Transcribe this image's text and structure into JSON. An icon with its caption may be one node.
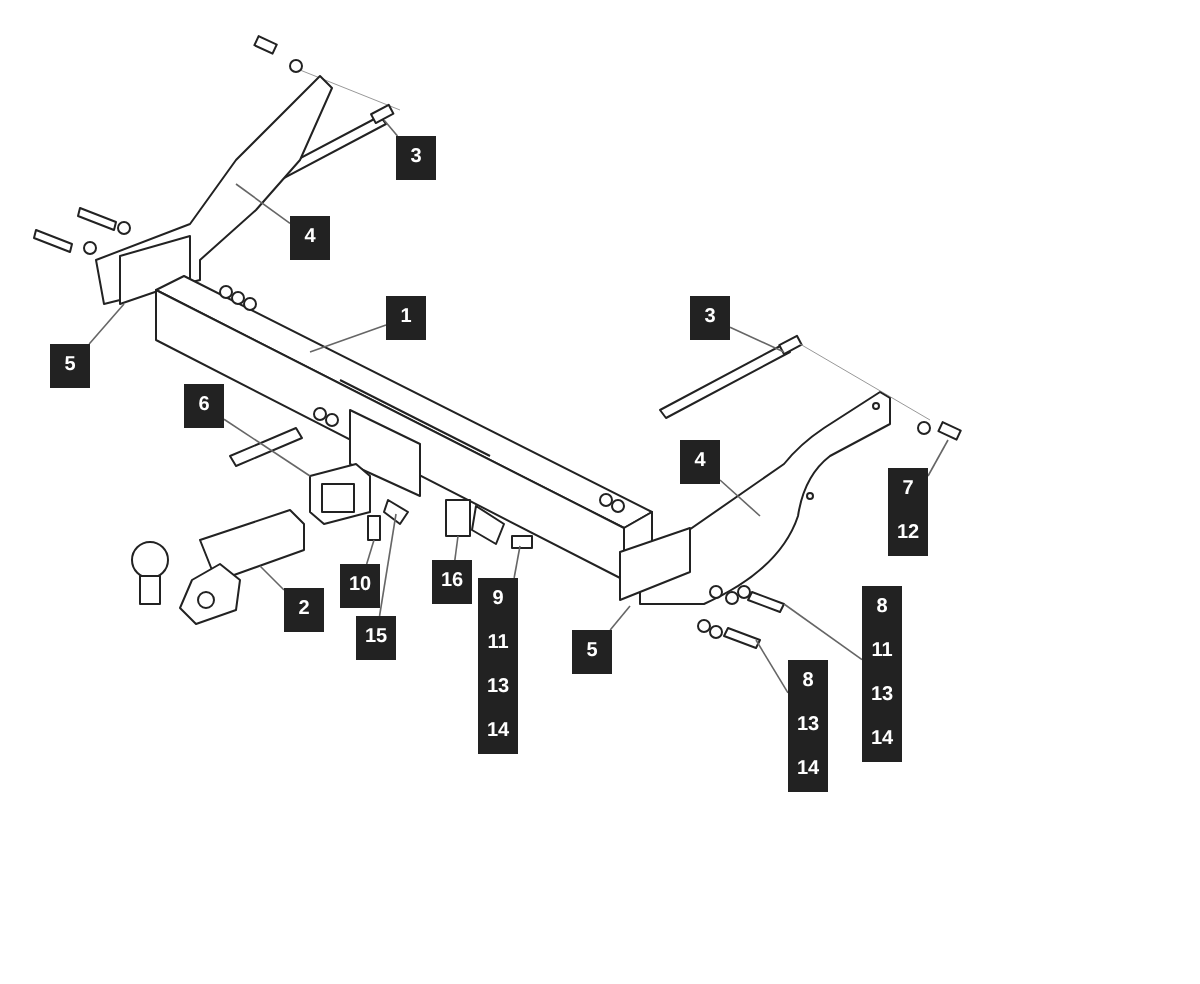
{
  "diagram": {
    "nodes": [
      {
        "text": [
          "3"
        ]
      },
      {
        "text": [
          "4"
        ]
      },
      {
        "text": [
          "1"
        ]
      },
      {
        "text": [
          "3"
        ]
      },
      {
        "text": [
          "5"
        ]
      },
      {
        "text": [
          "6"
        ]
      },
      {
        "text": [
          "4"
        ]
      },
      {
        "text": [
          "7",
          "12"
        ]
      },
      {
        "text": [
          "16"
        ]
      },
      {
        "text": [
          "10"
        ]
      },
      {
        "text": [
          "9",
          "11",
          "13",
          "14"
        ]
      },
      {
        "text": [
          "8",
          "11",
          "13",
          "14"
        ]
      },
      {
        "text": [
          "2"
        ]
      },
      {
        "text": [
          "15"
        ]
      },
      {
        "text": [
          "5"
        ]
      },
      {
        "text": [
          "8",
          "13",
          "14"
        ]
      }
    ],
    "edges": [
      {
        "from": 0,
        "to": null,
        "arrow": "none"
      },
      {
        "from": 1,
        "to": null,
        "arrow": "none"
      },
      {
        "from": 2,
        "to": null,
        "arrow": "none"
      },
      {
        "from": 3,
        "to": null,
        "arrow": "none"
      },
      {
        "from": 4,
        "to": null,
        "arrow": "none"
      },
      {
        "from": 5,
        "to": null,
        "arrow": "none"
      },
      {
        "from": 6,
        "to": null,
        "arrow": "none"
      },
      {
        "from": 7,
        "to": null,
        "arrow": "none"
      },
      {
        "from": 8,
        "to": null,
        "arrow": "none"
      },
      {
        "from": 9,
        "to": null,
        "arrow": "none"
      },
      {
        "from": 10,
        "to": null,
        "arrow": "none"
      },
      {
        "from": 11,
        "to": null,
        "arrow": "none"
      },
      {
        "from": 12,
        "to": null,
        "arrow": "none"
      },
      {
        "from": 13,
        "to": null,
        "arrow": "none"
      },
      {
        "from": 14,
        "to": null,
        "arrow": "none"
      },
      {
        "from": 15,
        "to": null,
        "arrow": "none"
      }
    ]
  }
}
